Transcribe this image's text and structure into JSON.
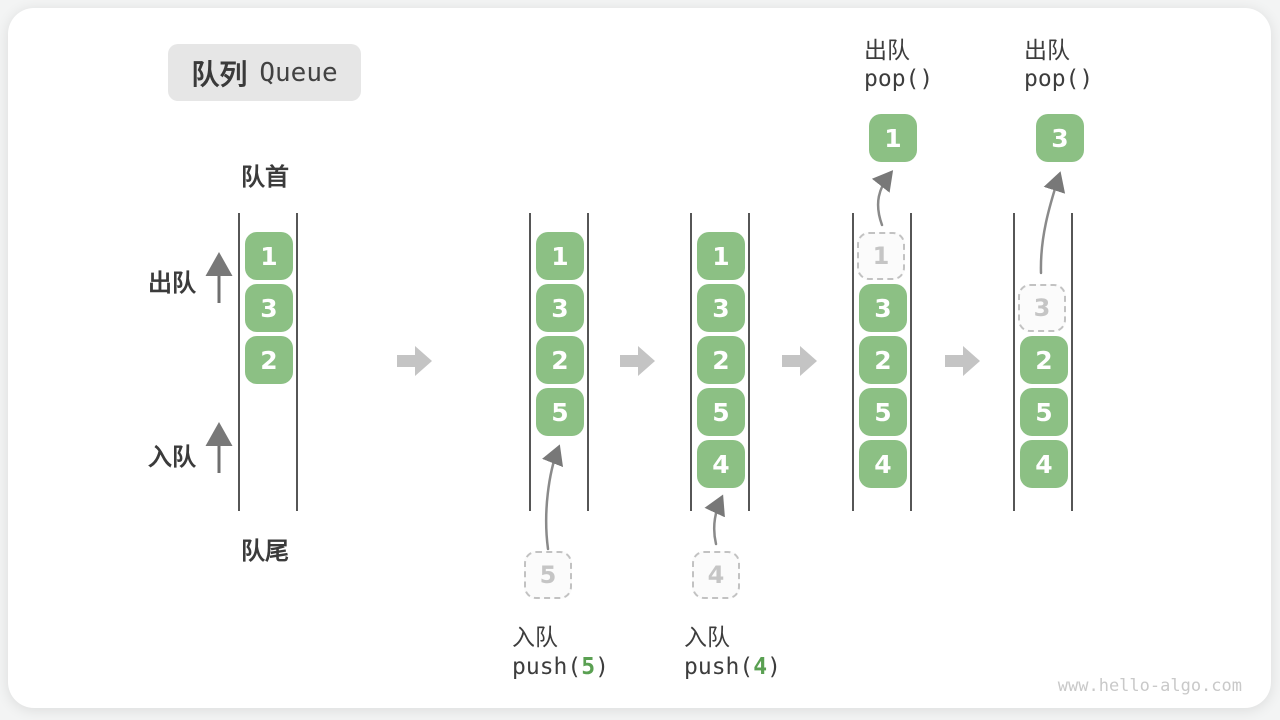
{
  "title": {
    "zh": "队列",
    "en": "Queue"
  },
  "side_labels": {
    "front": "队首",
    "rear": "队尾",
    "dequeue": "出队",
    "enqueue": "入队"
  },
  "watermark": "www.hello-algo.com",
  "colors": {
    "block_green": "#8cc084",
    "code_arg_green": "#5aa052",
    "transition_arrow_gray": "#c4c4c4",
    "channel_line": "#565656",
    "ghost_border": "#c2c2c2",
    "title_box_bg": "#e6e6e6"
  },
  "columns": [
    {
      "blocks": [
        "1",
        "3",
        "2"
      ]
    },
    {
      "blocks": [
        "1",
        "3",
        "2",
        "5"
      ],
      "input": "5",
      "op": {
        "label": "入队",
        "fn": "push(",
        "arg": "5",
        "close": ")"
      }
    },
    {
      "blocks": [
        "1",
        "3",
        "2",
        "5",
        "4"
      ],
      "input": "4",
      "op": {
        "label": "入队",
        "fn": "push(",
        "arg": "4",
        "close": ")"
      }
    },
    {
      "ghost": "1",
      "blocks": [
        "3",
        "2",
        "5",
        "4"
      ],
      "popped": "1",
      "op": {
        "label": "出队",
        "fn": "pop()"
      }
    },
    {
      "ghost": "3",
      "blocks": [
        "2",
        "5",
        "4"
      ],
      "popped": "3",
      "op": {
        "label": "出队",
        "fn": "pop()"
      }
    }
  ]
}
